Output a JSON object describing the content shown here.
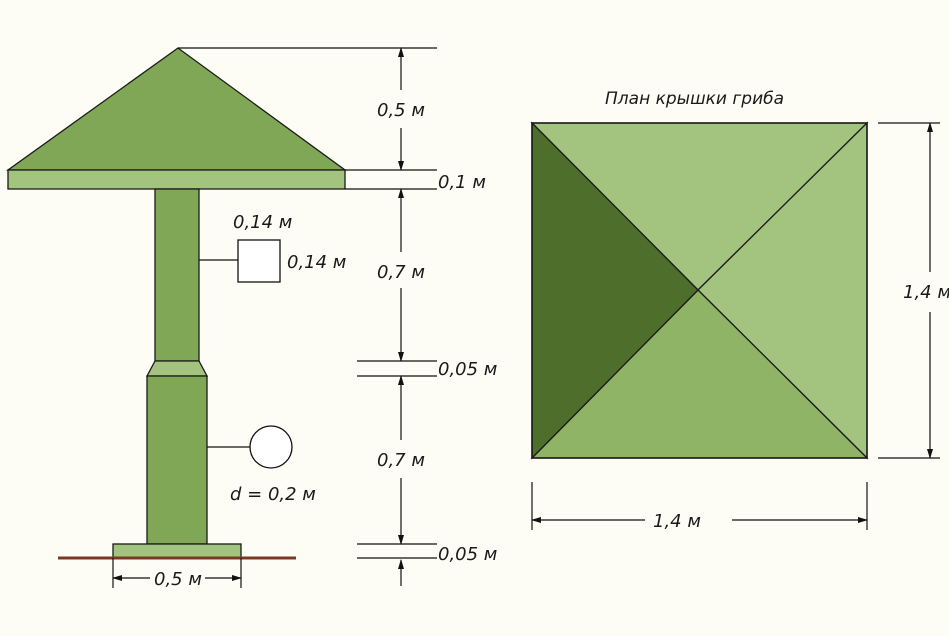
{
  "plan_title": "План крышки гриба",
  "dimensions": {
    "cap_height": "0,5 м",
    "cap_board": "0,1 м",
    "upper_post_height": "0,7 м",
    "upper_joint": "0,05 м",
    "lower_post_height": "0,7 м",
    "base_plate": "0,05 м",
    "base_width": "0,5 м",
    "upper_section_width": "0,14 м",
    "upper_section_depth": "0,14 м",
    "lower_diameter": "d = 0,2 м",
    "plan_width": "1,4 м",
    "plan_depth": "1,4 м"
  },
  "colors": {
    "background": "#fdfdf6",
    "green_main": "#7fa756",
    "green_light": "#a3c47f",
    "green_mid": "#8fb465",
    "green_dark": "#4e6f2b",
    "ground": "#7a3a22",
    "outline": "#1a1a1a"
  }
}
